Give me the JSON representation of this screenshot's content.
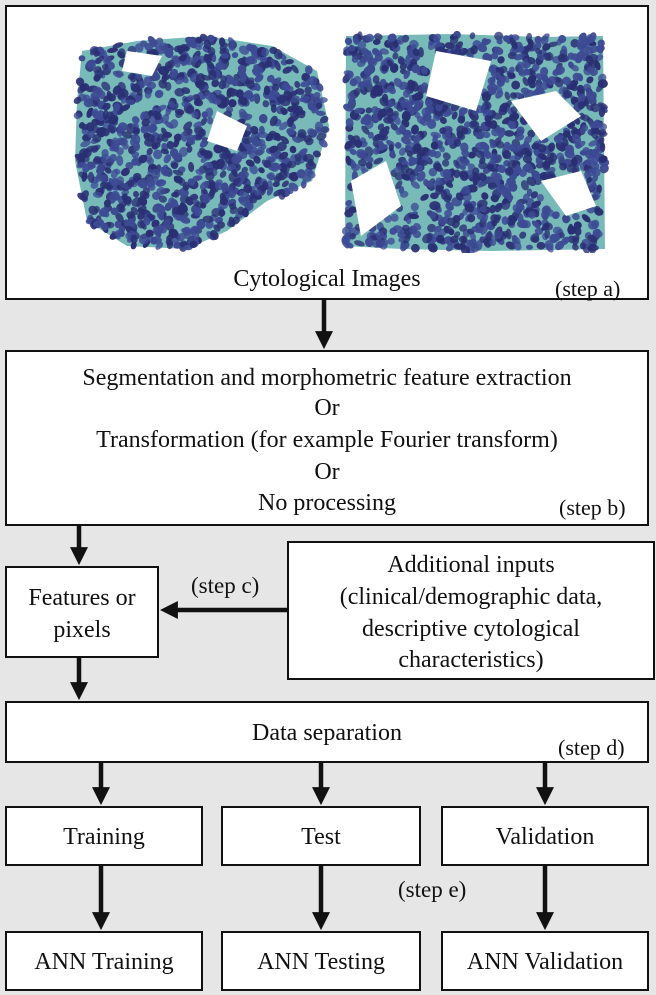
{
  "step_a": {
    "title": "Cytological Images",
    "step_label": "(step a)"
  },
  "step_b": {
    "line1": "Segmentation and morphometric feature extraction",
    "line2": "Or",
    "line3": "Transformation (for example Fourier transform)",
    "line4": "Or",
    "line5": "No processing",
    "step_label": "(step b)"
  },
  "features_box": {
    "line1": "Features or",
    "line2": "pixels"
  },
  "step_c_label": "(step c)",
  "additional_inputs": {
    "line1": "Additional inputs",
    "line2": "(clinical/demographic data,",
    "line3": "descriptive cytological",
    "line4": "characteristics)"
  },
  "step_d": {
    "title": "Data separation",
    "step_label": "(step d)"
  },
  "split_boxes": {
    "training": "Training",
    "test": "Test",
    "validation": "Validation"
  },
  "step_e_label": "(step e)",
  "ann_boxes": {
    "training": "ANN Training",
    "testing": "ANN Testing",
    "validation": "ANN Validation"
  },
  "colors": {
    "nucleus_dark": "#2a2f73",
    "nucleus_mid": "#3d4a94",
    "cytoplasm_teal": "#4aa3a0",
    "background_gray": "#e6e6e6",
    "line": "#111111"
  }
}
